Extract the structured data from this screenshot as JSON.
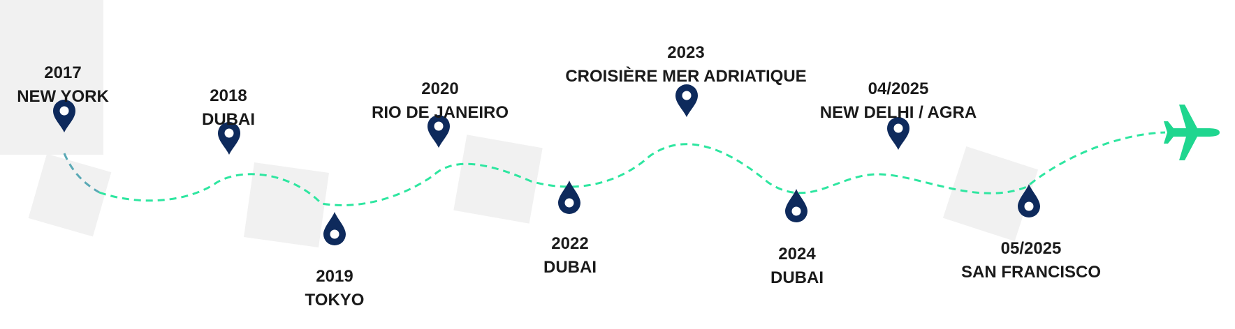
{
  "colors": {
    "route": "#2ee6a0",
    "route_start": "#5aa9b5",
    "pin": "#0e2a5c",
    "pin_hole": "#ffffff",
    "plane": "#1fd68f",
    "photo_placeholder": "#f1f1f1",
    "label": "#1a1a1a"
  },
  "icons": {
    "stop_marker": "map-pin-icon",
    "end_marker": "airplane-icon"
  },
  "stops": [
    {
      "id": "2017-new-york",
      "date": "2017",
      "place": "NEW YORK"
    },
    {
      "id": "2018-dubai",
      "date": "2018",
      "place": "DUBAI"
    },
    {
      "id": "2019-tokyo",
      "date": "2019",
      "place": "TOKYO"
    },
    {
      "id": "2020-rio",
      "date": "2020",
      "place": "RIO DE JANEIRO"
    },
    {
      "id": "2022-dubai",
      "date": "2022",
      "place": "DUBAI"
    },
    {
      "id": "2023-croisiere",
      "date": "2023",
      "place": "CROISIÈRE MER ADRIATIQUE"
    },
    {
      "id": "2024-dubai",
      "date": "2024",
      "place": "DUBAI"
    },
    {
      "id": "042025-new-delhi",
      "date": "04/2025",
      "place": "NEW DELHI / AGRA"
    },
    {
      "id": "052025-san-francisco",
      "date": "05/2025",
      "place": "SAN FRANCISCO"
    }
  ]
}
